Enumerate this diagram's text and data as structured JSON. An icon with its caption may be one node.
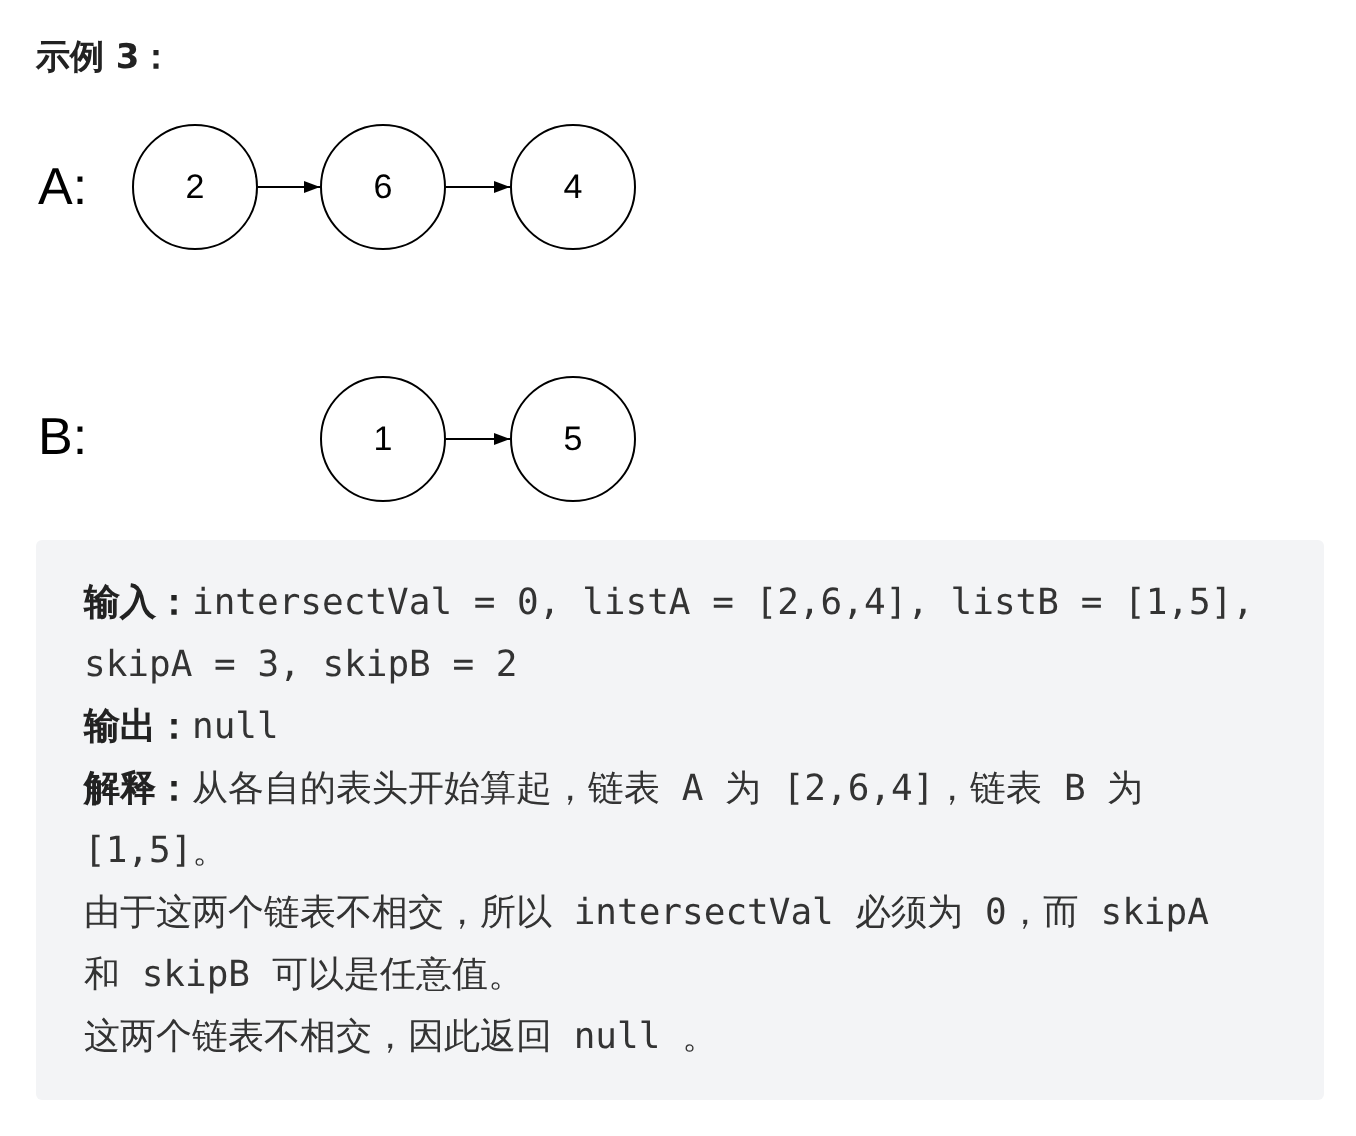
{
  "diagram": {
    "title": "示例 3：",
    "nodes": [
      {
        "text": [
          "2"
        ]
      },
      {
        "text": [
          "6"
        ]
      },
      {
        "text": [
          "4"
        ]
      },
      {
        "text": [
          "1"
        ]
      },
      {
        "text": [
          "5"
        ]
      },
      {
        "text": [
          "**输入：**intersectVal = 0, listA = [2,6,4], listB = [1,5], skipA = 3, skipB = 2",
          "**输出：**null",
          "**解释：**从各自的表头开始算起，链表 A 为 [2,6,4]，链表 B 为 [1,5]。",
          "由于这两个链表不相交，所以 intersectVal 必须为 0，而 skipA 和 skipB 可以是任意值。",
          "这两个链表不相交，因此返回 null 。"
        ]
      }
    ],
    "edges": [
      {
        "from": 0,
        "to": 1,
        "arrow": "to"
      },
      {
        "from": 1,
        "to": 2,
        "arrow": "to"
      },
      {
        "from": 3,
        "to": 4,
        "arrow": "to"
      }
    ],
    "labels": [
      "A:",
      "B:"
    ]
  }
}
